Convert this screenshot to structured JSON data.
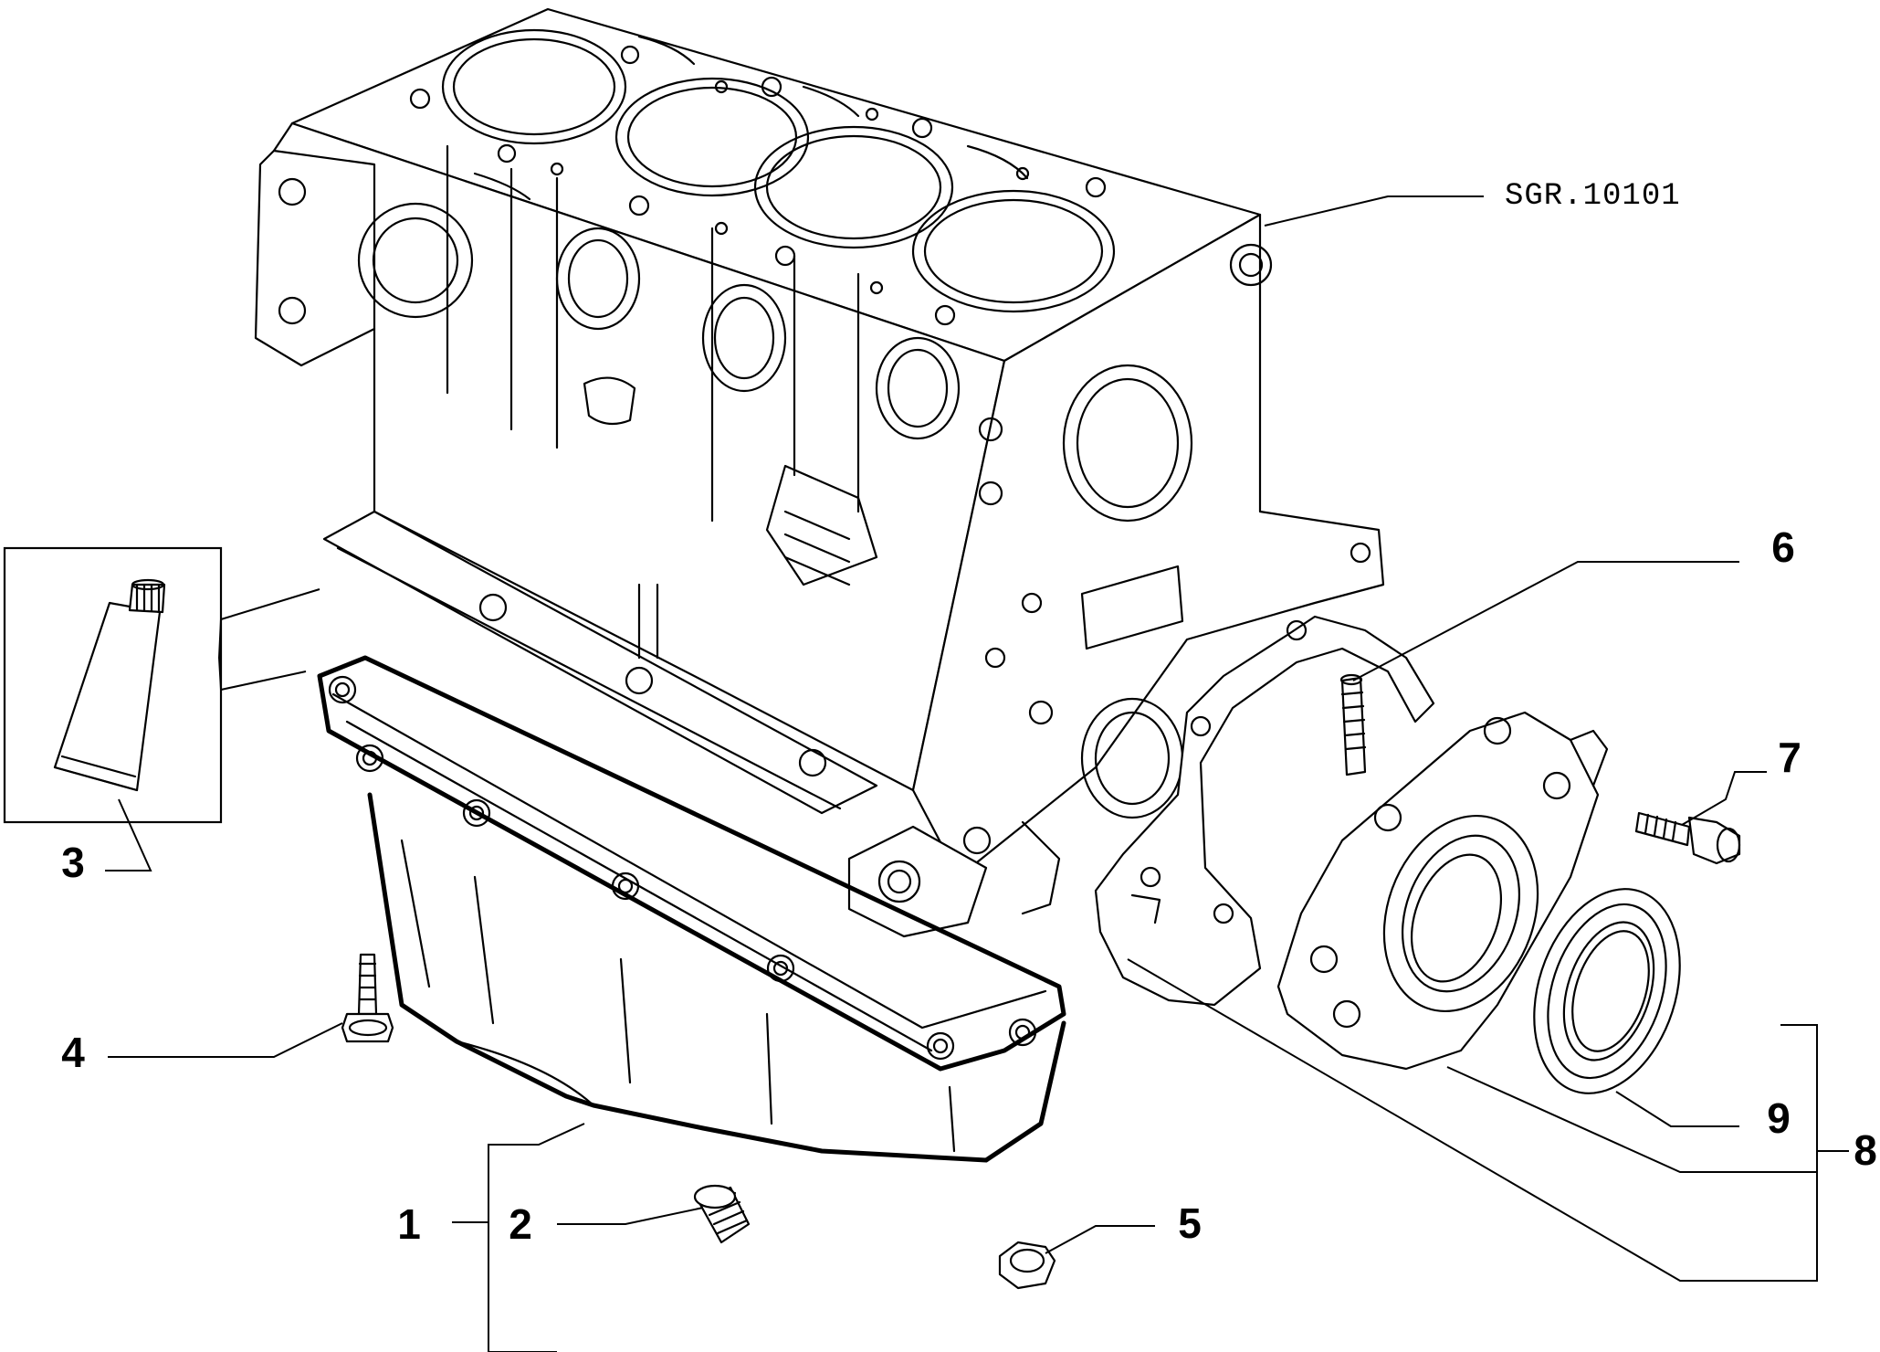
{
  "reference_code": "SGR.10101",
  "callouts": [
    {
      "id": "1",
      "label": "1"
    },
    {
      "id": "2",
      "label": "2"
    },
    {
      "id": "3",
      "label": "3"
    },
    {
      "id": "4",
      "label": "4"
    },
    {
      "id": "5",
      "label": "5"
    },
    {
      "id": "6",
      "label": "6"
    },
    {
      "id": "7",
      "label": "7"
    },
    {
      "id": "8",
      "label": "8"
    },
    {
      "id": "9",
      "label": "9"
    }
  ],
  "colors": {
    "ink": "#000000",
    "paper": "#ffffff"
  }
}
